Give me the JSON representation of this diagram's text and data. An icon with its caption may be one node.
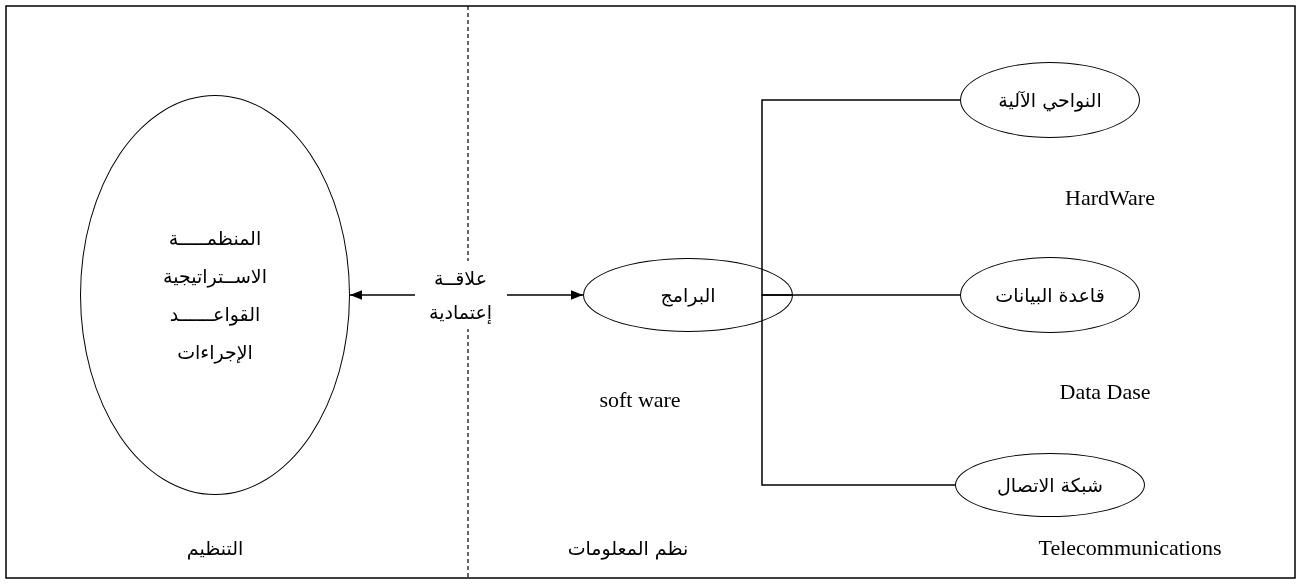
{
  "diagram": {
    "nodes": [
      {
        "text": [
          "المنظمـــــة",
          "الاســتراتيجية",
          "القواعــــــد",
          "الإجراءات"
        ]
      },
      {
        "text": [
          "البرامج"
        ],
        "beside": [
          "soft ware"
        ]
      },
      {
        "text": [
          "النواحي الآلية"
        ],
        "beside": [
          "HardWare"
        ]
      },
      {
        "text": [
          "قاعدة البيانات"
        ],
        "beside": [
          "Data Dase"
        ]
      },
      {
        "text": [
          "شبكة الاتصال"
        ],
        "beside": [
          "Telecommunications"
        ]
      }
    ],
    "edges": [
      {
        "from": 0,
        "to": 1,
        "arrow": "both",
        "label": "علاقــة إعتمادية"
      },
      {
        "from": 1,
        "to": 2,
        "arrow": "none"
      },
      {
        "from": 1,
        "to": 3,
        "arrow": "none"
      },
      {
        "from": 1,
        "to": 4,
        "arrow": "none"
      }
    ],
    "labels": [
      "التنظيم",
      "نظم المعلومات"
    ]
  }
}
